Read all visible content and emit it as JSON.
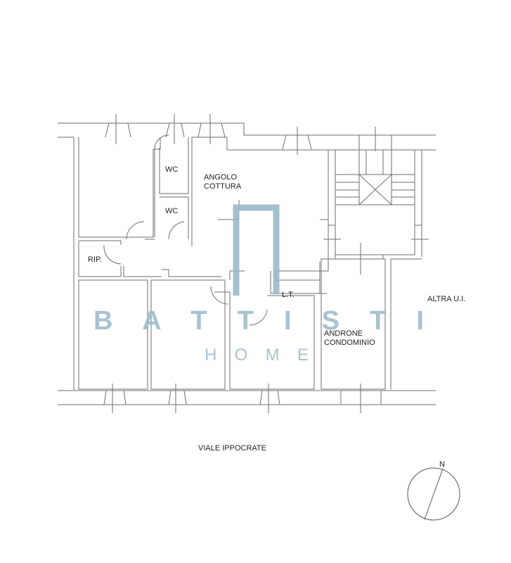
{
  "plan": {
    "rooms": {
      "wc_1": "WC",
      "wc_2": "WC",
      "kitchen_line1": "ANGOLO",
      "kitchen_line2": "COTTURA",
      "storage": "RIP.",
      "laundry": "L.T.",
      "lobby_line1": "ANDRONE",
      "lobby_line2": "CONDOMINIO",
      "other_unit": "ALTRA U.I."
    },
    "street": "VIALE IPPOCRATE",
    "compass_label": "N"
  },
  "watermark": {
    "brand": "B A T T I S T I",
    "sub": "H O M E",
    "color": "#9ab8c9"
  }
}
